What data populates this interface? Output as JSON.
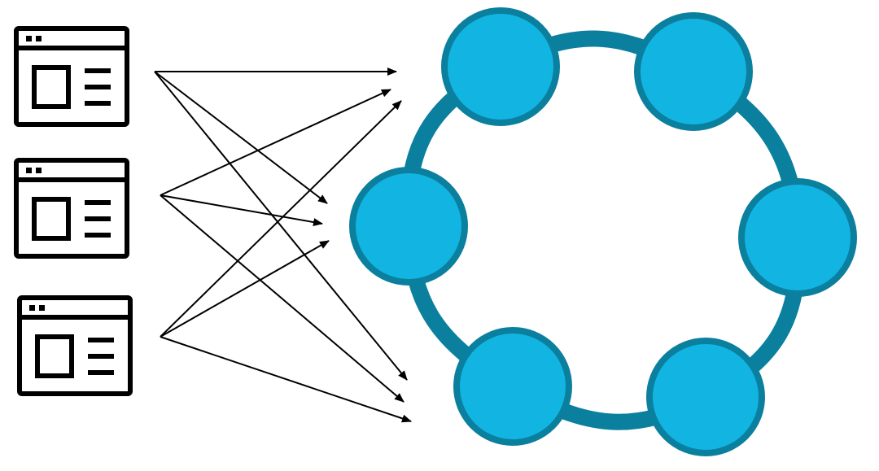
{
  "diagram": {
    "clients": [
      {
        "id": "client-1",
        "icon": "browser-window-icon"
      },
      {
        "id": "client-2",
        "icon": "browser-window-icon"
      },
      {
        "id": "client-3",
        "icon": "browser-window-icon"
      }
    ],
    "ring": {
      "node_count": 6,
      "nodes": [
        {
          "id": "node-top-left"
        },
        {
          "id": "node-top-right"
        },
        {
          "id": "node-left"
        },
        {
          "id": "node-right"
        },
        {
          "id": "node-bottom-left"
        },
        {
          "id": "node-bottom-right"
        }
      ]
    },
    "connections": [
      {
        "from": "client-1",
        "to": "node-top-left"
      },
      {
        "from": "client-1",
        "to": "node-left"
      },
      {
        "from": "client-1",
        "to": "node-bottom-left"
      },
      {
        "from": "client-2",
        "to": "node-top-left"
      },
      {
        "from": "client-2",
        "to": "node-left"
      },
      {
        "from": "client-2",
        "to": "node-bottom-left"
      },
      {
        "from": "client-3",
        "to": "node-top-left"
      },
      {
        "from": "client-3",
        "to": "node-left"
      },
      {
        "from": "client-3",
        "to": "node-bottom-left"
      }
    ],
    "colors": {
      "node_fill": "#12B4E2",
      "node_stroke": "#0B7F9E",
      "ring": "#0B7F9E",
      "icon": "#000000",
      "arrow": "#000000",
      "background": "#FFFFFF"
    }
  }
}
